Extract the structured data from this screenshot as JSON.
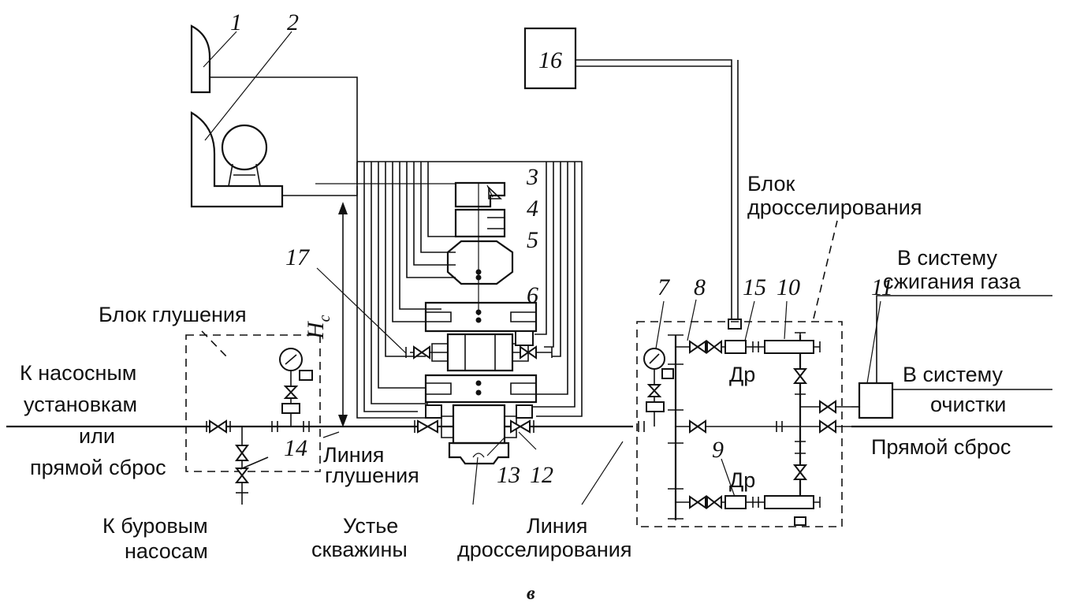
{
  "labels": {
    "kill_block": "Блок глушения",
    "to_pumps_1": "К насосным",
    "to_pumps_2": "установкам",
    "to_pumps_3": "или",
    "to_pumps_4": "прямой сброс",
    "drill_pumps_1": "К буровым",
    "drill_pumps_2": "насосам",
    "kill_line_1": "Линия",
    "kill_line_2": "глушения",
    "wellhead_1": "Устье",
    "wellhead_2": "скважины",
    "choke_line_1": "Линия",
    "choke_line_2": "дросселирования",
    "choke_block_1": "Блок",
    "choke_block_2": "дросселирования",
    "gas_1": "В систему",
    "gas_2": "сжигания газа",
    "clean_1": "В систему",
    "clean_2": "очистки",
    "direct": "Прямой сброс",
    "dr_top": "Др",
    "dr_bottom": "Др",
    "hc_main": "H",
    "hc_sub": "c",
    "caption": "в"
  },
  "numbers": {
    "n1": "1",
    "n2": "2",
    "n3": "3",
    "n4": "4",
    "n5": "5",
    "n6": "6",
    "n7": "7",
    "n8": "8",
    "n9": "9",
    "n10": "10",
    "n11": "11",
    "n12": "12",
    "n13": "13",
    "n14": "14",
    "n15": "15",
    "n16": "16",
    "n17": "17"
  }
}
